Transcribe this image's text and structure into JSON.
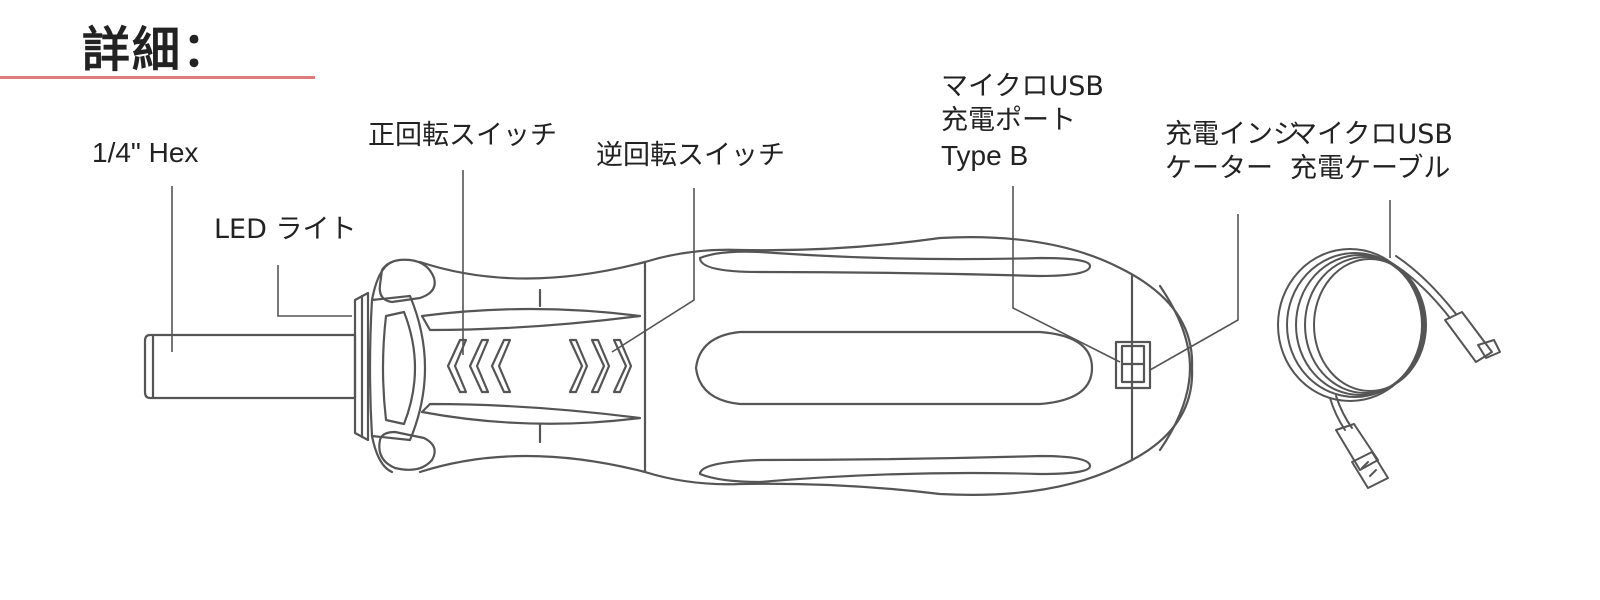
{
  "title": "詳細：",
  "accent_color": "#e07b7b",
  "line_color": "#555555",
  "labels": {
    "hex": "1/4\" Hex",
    "led": "LED ライト",
    "forward_switch": "正回転スイッチ",
    "reverse_switch": "逆回転スイッチ",
    "usb_port_line1": "マイクロUSB",
    "usb_port_line2": "充電ポート",
    "usb_port_line3": "Type B",
    "charge_indicator_line1": "充電インジ",
    "charge_indicator_line2": "ケーター",
    "cable_line1": "マイクロUSB",
    "cable_line2": "充電ケーブル"
  }
}
